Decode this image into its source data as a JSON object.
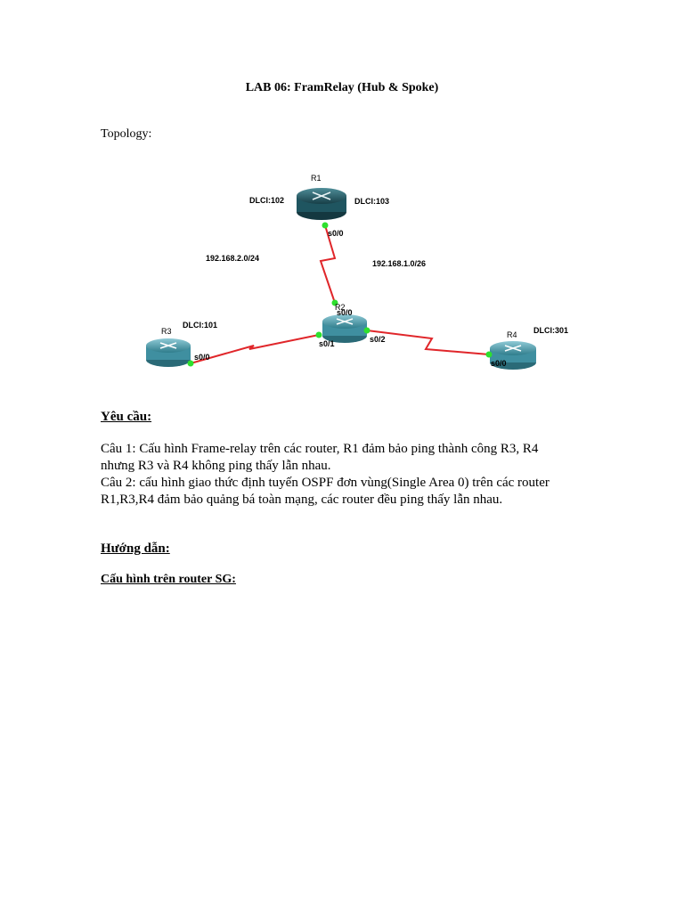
{
  "document": {
    "title": "LAB 06: FramRelay (Hub & Spoke)",
    "topology_label": "Topology:",
    "requirements_heading": "Yêu cầu:",
    "requirement_1_line1": "Câu 1: Cấu hình Frame-relay trên các router, R1 đảm bảo ping thành công R3, R4",
    "requirement_1_line2": "nhưng R3 và R4 không ping thấy lẫn nhau.",
    "requirement_2_line1": "Câu 2: cấu hình giao thức định tuyến OSPF đơn vùng(Single Area 0) trên các router",
    "requirement_2_line2": "R1,R3,R4 đảm bảo quảng bá toàn mạng, các router đều ping thấy lẫn nhau.",
    "guide_heading": "Hướng dẫn:",
    "config_heading": "Cấu hình trên router SG:"
  },
  "topology": {
    "routers": {
      "r1": "R1",
      "r2": "R2",
      "r3": "R3",
      "r4": "R4"
    },
    "dlci": {
      "r1_left": "DLCI:102",
      "r1_right": "DLCI:103",
      "r3": "DLCI:101",
      "r4": "DLCI:301"
    },
    "interfaces": {
      "r1_s00": "s0/0",
      "r2_s00": "s0/0",
      "r2_s01": "s0/1",
      "r2_s02": "s0/2",
      "r3_s00": "s0/0",
      "r4_s00": "s0/0"
    },
    "networks": {
      "left": "192.168.2.0/24",
      "right": "192.168.1.0/26"
    },
    "colors": {
      "link": "#e0262a",
      "port": "#2ee02e",
      "router_r1": "#1f5560",
      "router_other": "#3f8fa0"
    }
  }
}
